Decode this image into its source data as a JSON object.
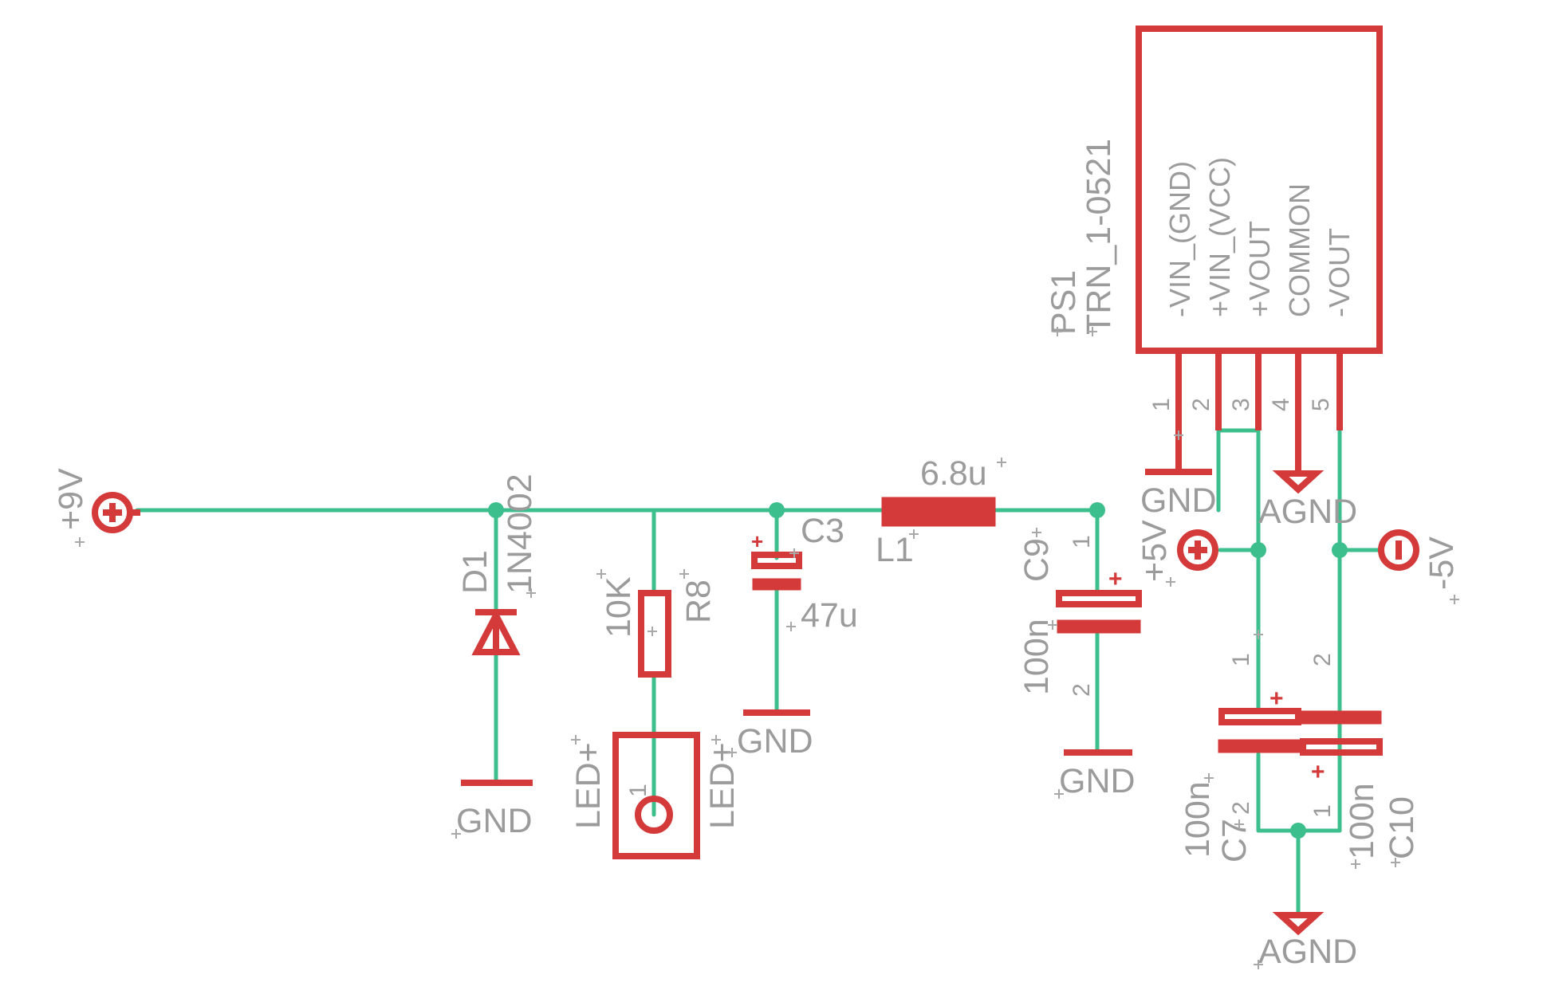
{
  "colors": {
    "wire": "#3dbf8d",
    "part": "#d43a3a",
    "text": "#9b9b9b",
    "background": "#ffffff"
  },
  "supplies": {
    "plus9v": "+9V",
    "plus5v": "+5V",
    "minus5v": "-5V"
  },
  "parts": {
    "d1": {
      "name": "D1",
      "value": "1N4002"
    },
    "r8": {
      "name": "R8",
      "value": "10K"
    },
    "c3": {
      "name": "C3",
      "value": "47u"
    },
    "l1": {
      "name": "L1",
      "value": "6.8u"
    },
    "c9": {
      "name": "C9",
      "value": "100n"
    },
    "c7": {
      "name": "C7",
      "value": "100n"
    },
    "c10": {
      "name": "C10",
      "value": "100n"
    },
    "led": {
      "name": "LED+",
      "value": "LED+"
    },
    "ps1": {
      "name": "PS1",
      "value": "TRN_1-0521",
      "pins": [
        "-VIN_(GND)",
        "+VIN_(VCC)",
        "+VOUT",
        "COMMON",
        "-VOUT"
      ],
      "pin_numbers": [
        "1",
        "2",
        "3",
        "4",
        "5"
      ]
    }
  },
  "grounds": {
    "gnd": "GND",
    "agnd": "AGND"
  },
  "pin_labels": {
    "one": "1",
    "two": "2"
  }
}
